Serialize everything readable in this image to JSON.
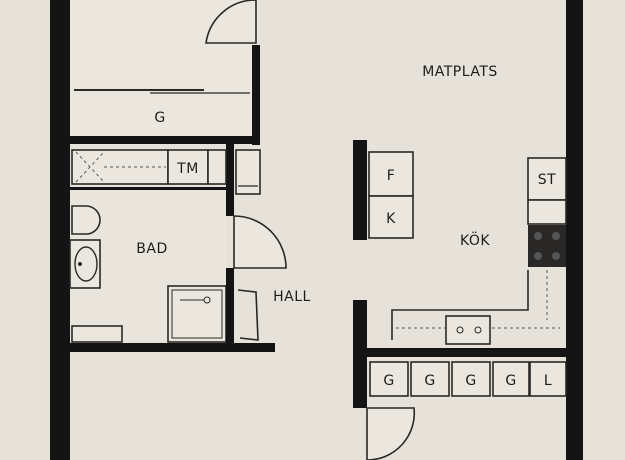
{
  "rooms": {
    "matplats": "MATPLATS",
    "kok": "KÖK",
    "bad": "BAD",
    "hall": "HALL"
  },
  "fixtures": {
    "g_top": "G",
    "tm": "TM",
    "f": "F",
    "k": "K",
    "st": "ST",
    "g1": "G",
    "g2": "G",
    "g3": "G",
    "g4": "G",
    "l": "L"
  },
  "colors": {
    "paper": "#e6e1d9",
    "wall": "#141414"
  }
}
